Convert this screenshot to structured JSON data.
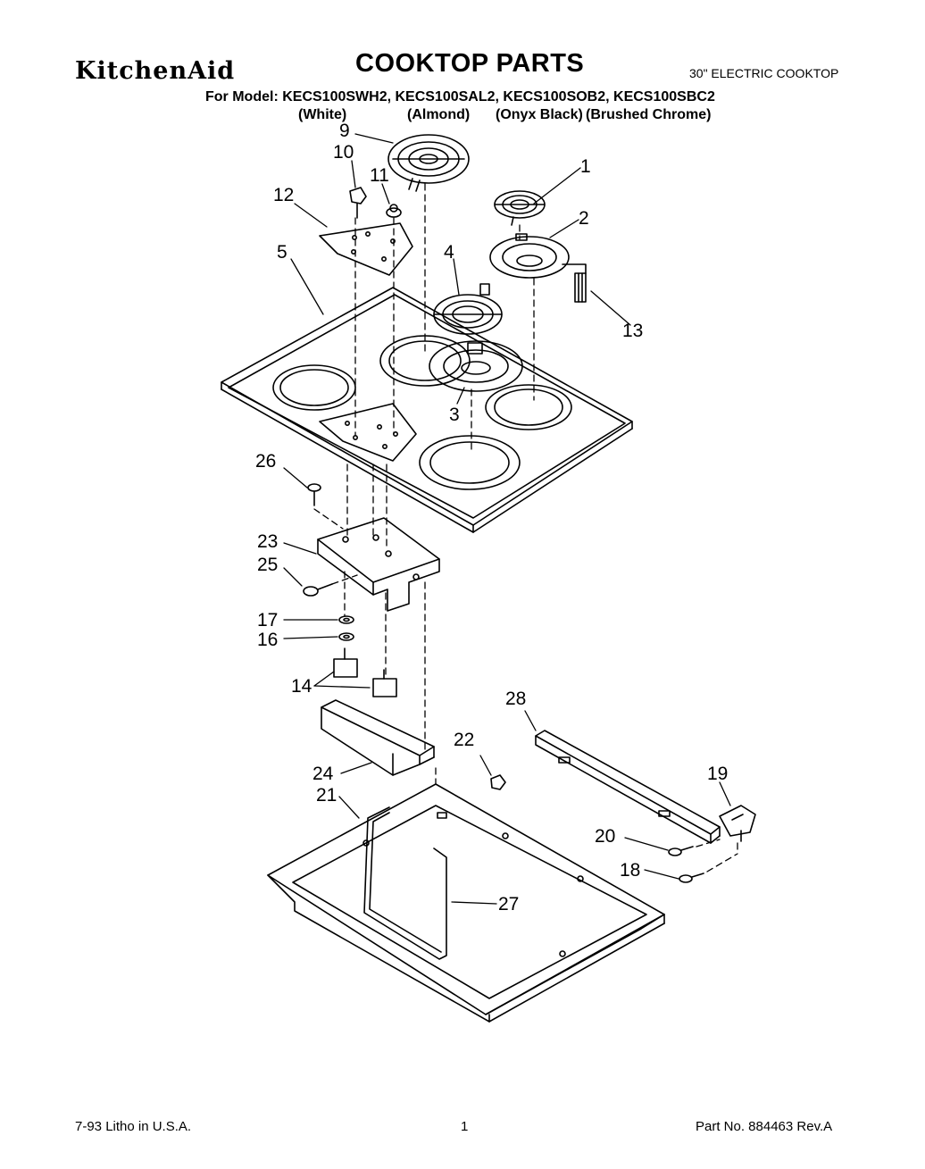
{
  "header": {
    "brand": "KitchenAid",
    "title": "COOKTOP PARTS",
    "subtitle": "30\" ELECTRIC COOKTOP",
    "models_line": "For Model: KECS100SWH2, KECS100SAL2, KECS100SOB2, KECS100SBC2",
    "variants": [
      "(White)",
      "(Almond)",
      "(Onyx Black)",
      "(Brushed Chrome)"
    ]
  },
  "callouts": {
    "p1": "1",
    "p2": "2",
    "p3": "3",
    "p4": "4",
    "p5": "5",
    "p9": "9",
    "p10": "10",
    "p11": "11",
    "p12": "12",
    "p13": "13",
    "p14": "14",
    "p16": "16",
    "p17": "17",
    "p18": "18",
    "p19": "19",
    "p20": "20",
    "p21": "21",
    "p22": "22",
    "p23": "23",
    "p24": "24",
    "p25": "25",
    "p26": "26",
    "p27": "27",
    "p28": "28"
  },
  "footer": {
    "left": "7-93  Litho in U.S.A.",
    "page": "1",
    "right": "Part No. 884463  Rev.A"
  }
}
